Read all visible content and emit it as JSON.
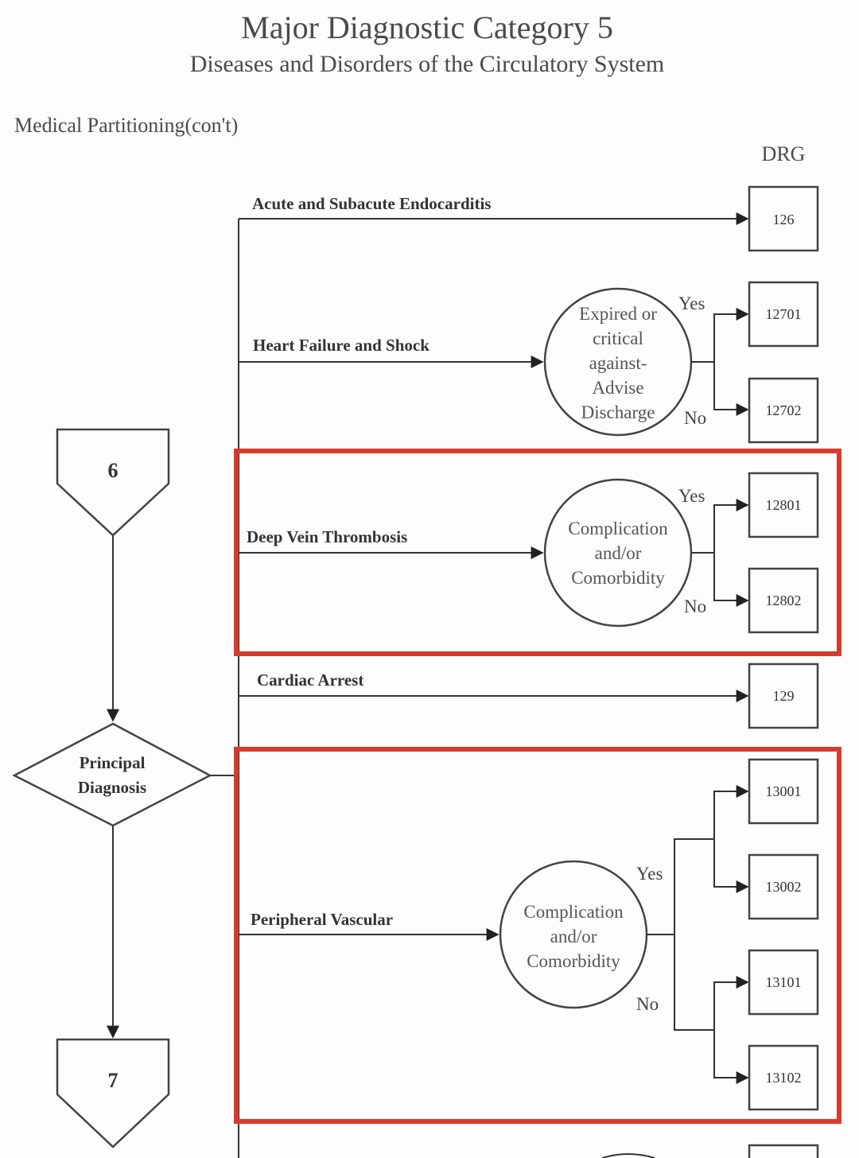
{
  "header": {
    "title": "Major Diagnostic Category 5",
    "subtitle": "Diseases and Disorders of the Circulatory System"
  },
  "section_label": "Medical Partitioning(con't)",
  "drg_column_label": "DRG",
  "connectors": {
    "top": "6",
    "bottom": "7"
  },
  "decision": {
    "principal_diagnosis": [
      "Principal",
      "Diagnosis"
    ]
  },
  "branches": {
    "endocarditis": "Acute and Subacute Endocarditis",
    "heart_failure": "Heart Failure and Shock",
    "dvt": "Deep Vein Thrombosis",
    "cardiac_arrest": "Cardiac Arrest",
    "peripheral": "Peripheral Vascular"
  },
  "nodes": {
    "expired": [
      "Expired or",
      "critical",
      "against-",
      "Advise",
      "Discharge"
    ],
    "cc_dvt": [
      "Complication",
      "and/or",
      "Comorbidity"
    ],
    "cc_peripheral": [
      "Complication",
      "and/or",
      "Comorbidity"
    ]
  },
  "labels": {
    "yes": "Yes",
    "no": "No"
  },
  "drg_codes": {
    "endocarditis": "126",
    "hf_yes": "12701",
    "hf_no": "12702",
    "dvt_yes": "12801",
    "dvt_no": "12802",
    "cardiac_arrest": "129",
    "pv_1": "13001",
    "pv_2": "13002",
    "pv_3": "13101",
    "pv_4": "13102"
  },
  "highlight_color": "#d93b2b"
}
